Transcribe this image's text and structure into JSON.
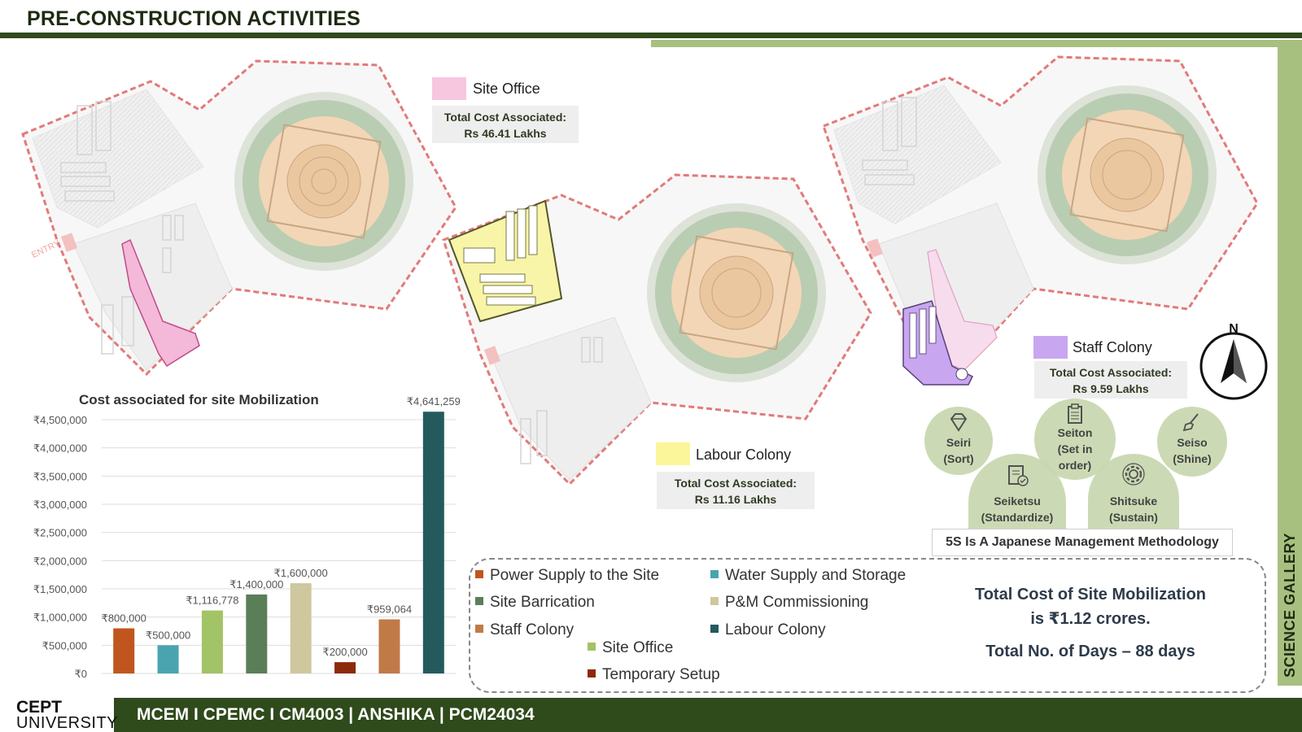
{
  "header": {
    "title": "PRE-CONSTRUCTION ACTIVITIES"
  },
  "sidebar": {
    "label": "SCIENCE GALLERY"
  },
  "footer": {
    "logo_line1": "CEPT",
    "logo_line2": "UNIVERSITY",
    "text": "MCEM I CPEMC I CM4003 | ANSHIKA | PCM24034"
  },
  "site_plan": {
    "site_office": {
      "label": "Site Office",
      "cost_line1": "Total Cost Associated:",
      "cost_line2": "Rs 46.41 Lakhs",
      "color": "#f7c6df"
    },
    "labour_colony": {
      "label": "Labour Colony",
      "cost_line1": "Total Cost Associated:",
      "cost_line2": "Rs 11.16 Lakhs",
      "color": "#fbf69a"
    },
    "staff_colony": {
      "label": "Staff Colony",
      "cost_line1": "Total Cost Associated:",
      "cost_line2": "Rs 9.59 Lakhs",
      "color": "#c9a6f0"
    },
    "entry_label": "ENTRY",
    "compass_label": "N"
  },
  "five_s": {
    "items": [
      {
        "line1": "Seiri",
        "line2": "(Sort)",
        "line3": ""
      },
      {
        "line1": "Seiton",
        "line2": "(Set in",
        "line3": "order)"
      },
      {
        "line1": "Seiso",
        "line2": "(Shine)",
        "line3": ""
      },
      {
        "line1": "Seiketsu",
        "line2": "(Standardize)",
        "line3": ""
      },
      {
        "line1": "Shitsuke",
        "line2": "(Sustain)",
        "line3": ""
      }
    ],
    "caption": "5S Is A Japanese Management Methodology"
  },
  "legend": {
    "items": [
      {
        "label": "Power Supply to the Site",
        "color": "#c0561e"
      },
      {
        "label": "Water Supply and Storage",
        "color": "#4aa4b0"
      },
      {
        "label": "Site Barrication",
        "color": "#5a7f58"
      },
      {
        "label": "P&M Commissioning",
        "color": "#cfc79e"
      },
      {
        "label": "Staff Colony",
        "color": "#c07a48"
      },
      {
        "label": "Labour Colony",
        "color": "#245a5e"
      },
      {
        "label": "Site Office",
        "color": "#a2c466"
      },
      {
        "label": "Temporary Setup",
        "color": "#8c2a0a"
      }
    ]
  },
  "totals": {
    "line1": "Total Cost of Site Mobilization",
    "line2": "is ₹1.12 crores.",
    "days": "Total No. of Days  – 88 days"
  },
  "chart_data": {
    "type": "bar",
    "title": "Cost associated for site Mobilization",
    "categories": [
      "Power Supply to the Site",
      "Water Supply and Storage",
      "Site Office",
      "Site Barrication",
      "P&M Commissioning",
      "Temporary Setup",
      "Staff Colony",
      "Labour Colony"
    ],
    "values": [
      800000,
      500000,
      1116778,
      1400000,
      1600000,
      200000,
      959064,
      4641259
    ],
    "data_labels": [
      "₹800,000",
      "₹500,000",
      "₹1,116,778",
      "₹1,400,000",
      "₹1,600,000",
      "₹200,000",
      "₹959,064",
      "₹4,641,259"
    ],
    "colors": [
      "#c0561e",
      "#4aa4b0",
      "#a2c466",
      "#5a7f58",
      "#cfc79e",
      "#8c2a0a",
      "#c07a48",
      "#245a5e"
    ],
    "yticks": [
      "₹0",
      "₹500,000",
      "₹1,000,000",
      "₹1,500,000",
      "₹2,000,000",
      "₹2,500,000",
      "₹3,000,000",
      "₹3,500,000",
      "₹4,000,000",
      "₹4,500,000"
    ],
    "ylim": [
      0,
      4500000
    ],
    "grid": true
  }
}
